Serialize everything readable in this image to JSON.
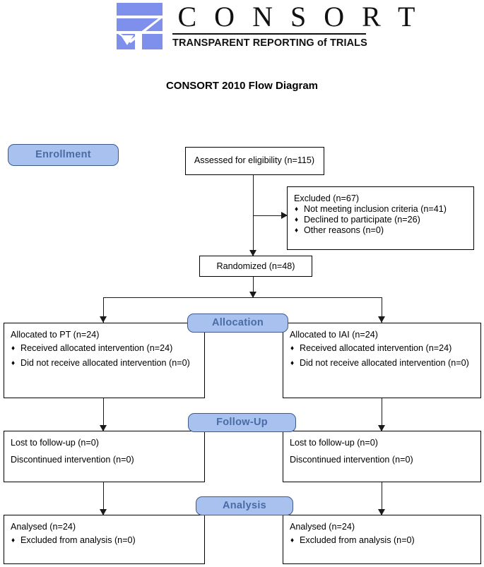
{
  "logo": {
    "wordmark": "C O N S O R T",
    "tagline": "TRANSPARENT REPORTING of TRIALS",
    "mark_color": "#7e90ec"
  },
  "title": "CONSORT 2010 Flow Diagram",
  "colors": {
    "stage_fill": "#a8c1ef",
    "stage_text": "#4a6ba6",
    "stage_border": "#3d5a8a",
    "line": "#1a1a1a"
  },
  "stages": {
    "enrollment": "Enrollment",
    "allocation": "Allocation",
    "followup": "Follow-Up",
    "analysis": "Analysis"
  },
  "boxes": {
    "assessed": {
      "head": "Assessed for eligibility (n=115)"
    },
    "excluded": {
      "head": "Excluded (n=67)",
      "items": [
        "Not meeting inclusion criteria (n=41)",
        "Declined to participate (n=26)",
        "Other reasons (n=0)"
      ]
    },
    "randomized": {
      "head": "Randomized (n=48)"
    },
    "alloc_left": {
      "head": "Allocated to PT (n=24)",
      "items": [
        "Received allocated intervention (n=24)",
        "Did not receive allocated intervention (n=0)"
      ]
    },
    "alloc_right": {
      "head": "Allocated to IAI (n=24)",
      "items": [
        "Received allocated intervention (n=24)",
        "Did not receive allocated intervention (n=0)"
      ]
    },
    "follow_left": {
      "line1": "Lost to follow-up (n=0)",
      "line2": "Discontinued intervention (n=0)"
    },
    "follow_right": {
      "line1": "Lost to follow-up (n=0)",
      "line2": "Discontinued intervention (n=0)"
    },
    "analysis_left": {
      "head": "Analysed (n=24)",
      "items": [
        "Excluded from analysis (n=0)"
      ]
    },
    "analysis_right": {
      "head": "Analysed (n=24)",
      "items": [
        "Excluded from analysis (n=0)"
      ]
    }
  },
  "bullet_glyph": "♦"
}
